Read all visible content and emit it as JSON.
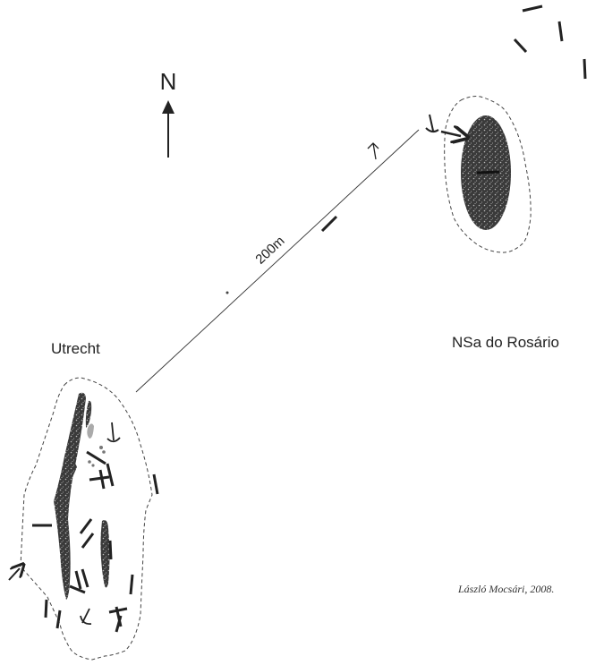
{
  "north_label": "N",
  "scale_label": "200m",
  "sites": [
    {
      "name": "Utrecht"
    },
    {
      "name": "NSa do Rosário"
    }
  ],
  "credit": "László Mocsári, 2008.",
  "colors": {
    "ink": "#222222",
    "stipple": "#555555",
    "light": "#aaaaaa"
  }
}
